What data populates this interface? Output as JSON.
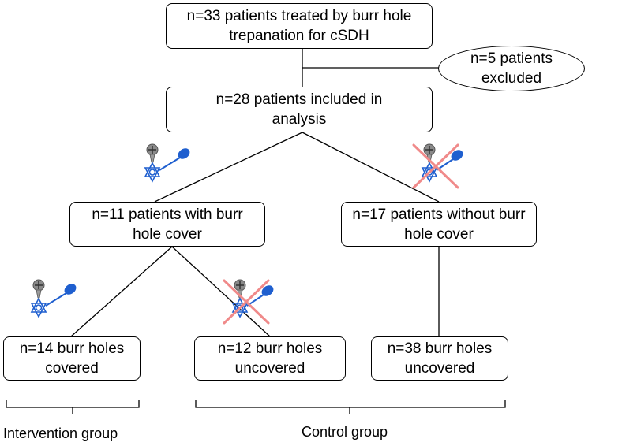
{
  "nodes": {
    "total": "n=33 patients treated by burr hole trepanation for cSDH",
    "excluded": "n=5 patients excluded",
    "included": "n=28 patients included in analysis",
    "with_cover": "n=11 patients with burr hole cover",
    "without_cover": "n=17 patients without burr hole cover",
    "holes_covered": "n=14 burr holes covered",
    "holes_uncovered_12": "n=12 burr holes uncovered",
    "holes_uncovered_38": "n=38 burr holes uncovered"
  },
  "groups": {
    "intervention": "Intervention group",
    "control": "Control group"
  },
  "icons": {
    "device": "burr-hole-cover-device-icon",
    "crossed_device": "crossed-out-burr-hole-cover-icon"
  },
  "colors": {
    "device_blue": "#1f5fcf",
    "device_screw": "#8a8a8a",
    "cross_red": "#f08a8a",
    "line": "#000000"
  }
}
